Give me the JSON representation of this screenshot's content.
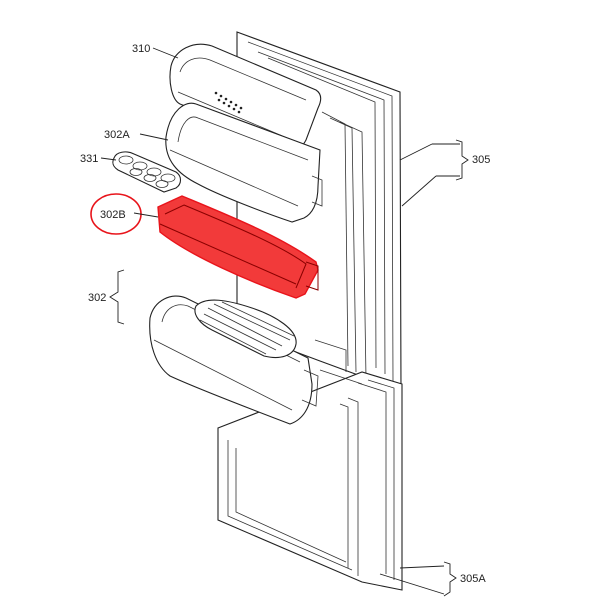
{
  "diagram": {
    "labels": {
      "p310": "310",
      "p302a": "302A",
      "p331": "331",
      "p302b": "302B",
      "p302": "302",
      "p305": "305",
      "p305a": "305A"
    },
    "highlight_part": "302B",
    "highlight_color": "#e8141b",
    "highlight_fill": "#f23a3a",
    "circle_color": "#e8141b",
    "line_color": "#222222"
  }
}
